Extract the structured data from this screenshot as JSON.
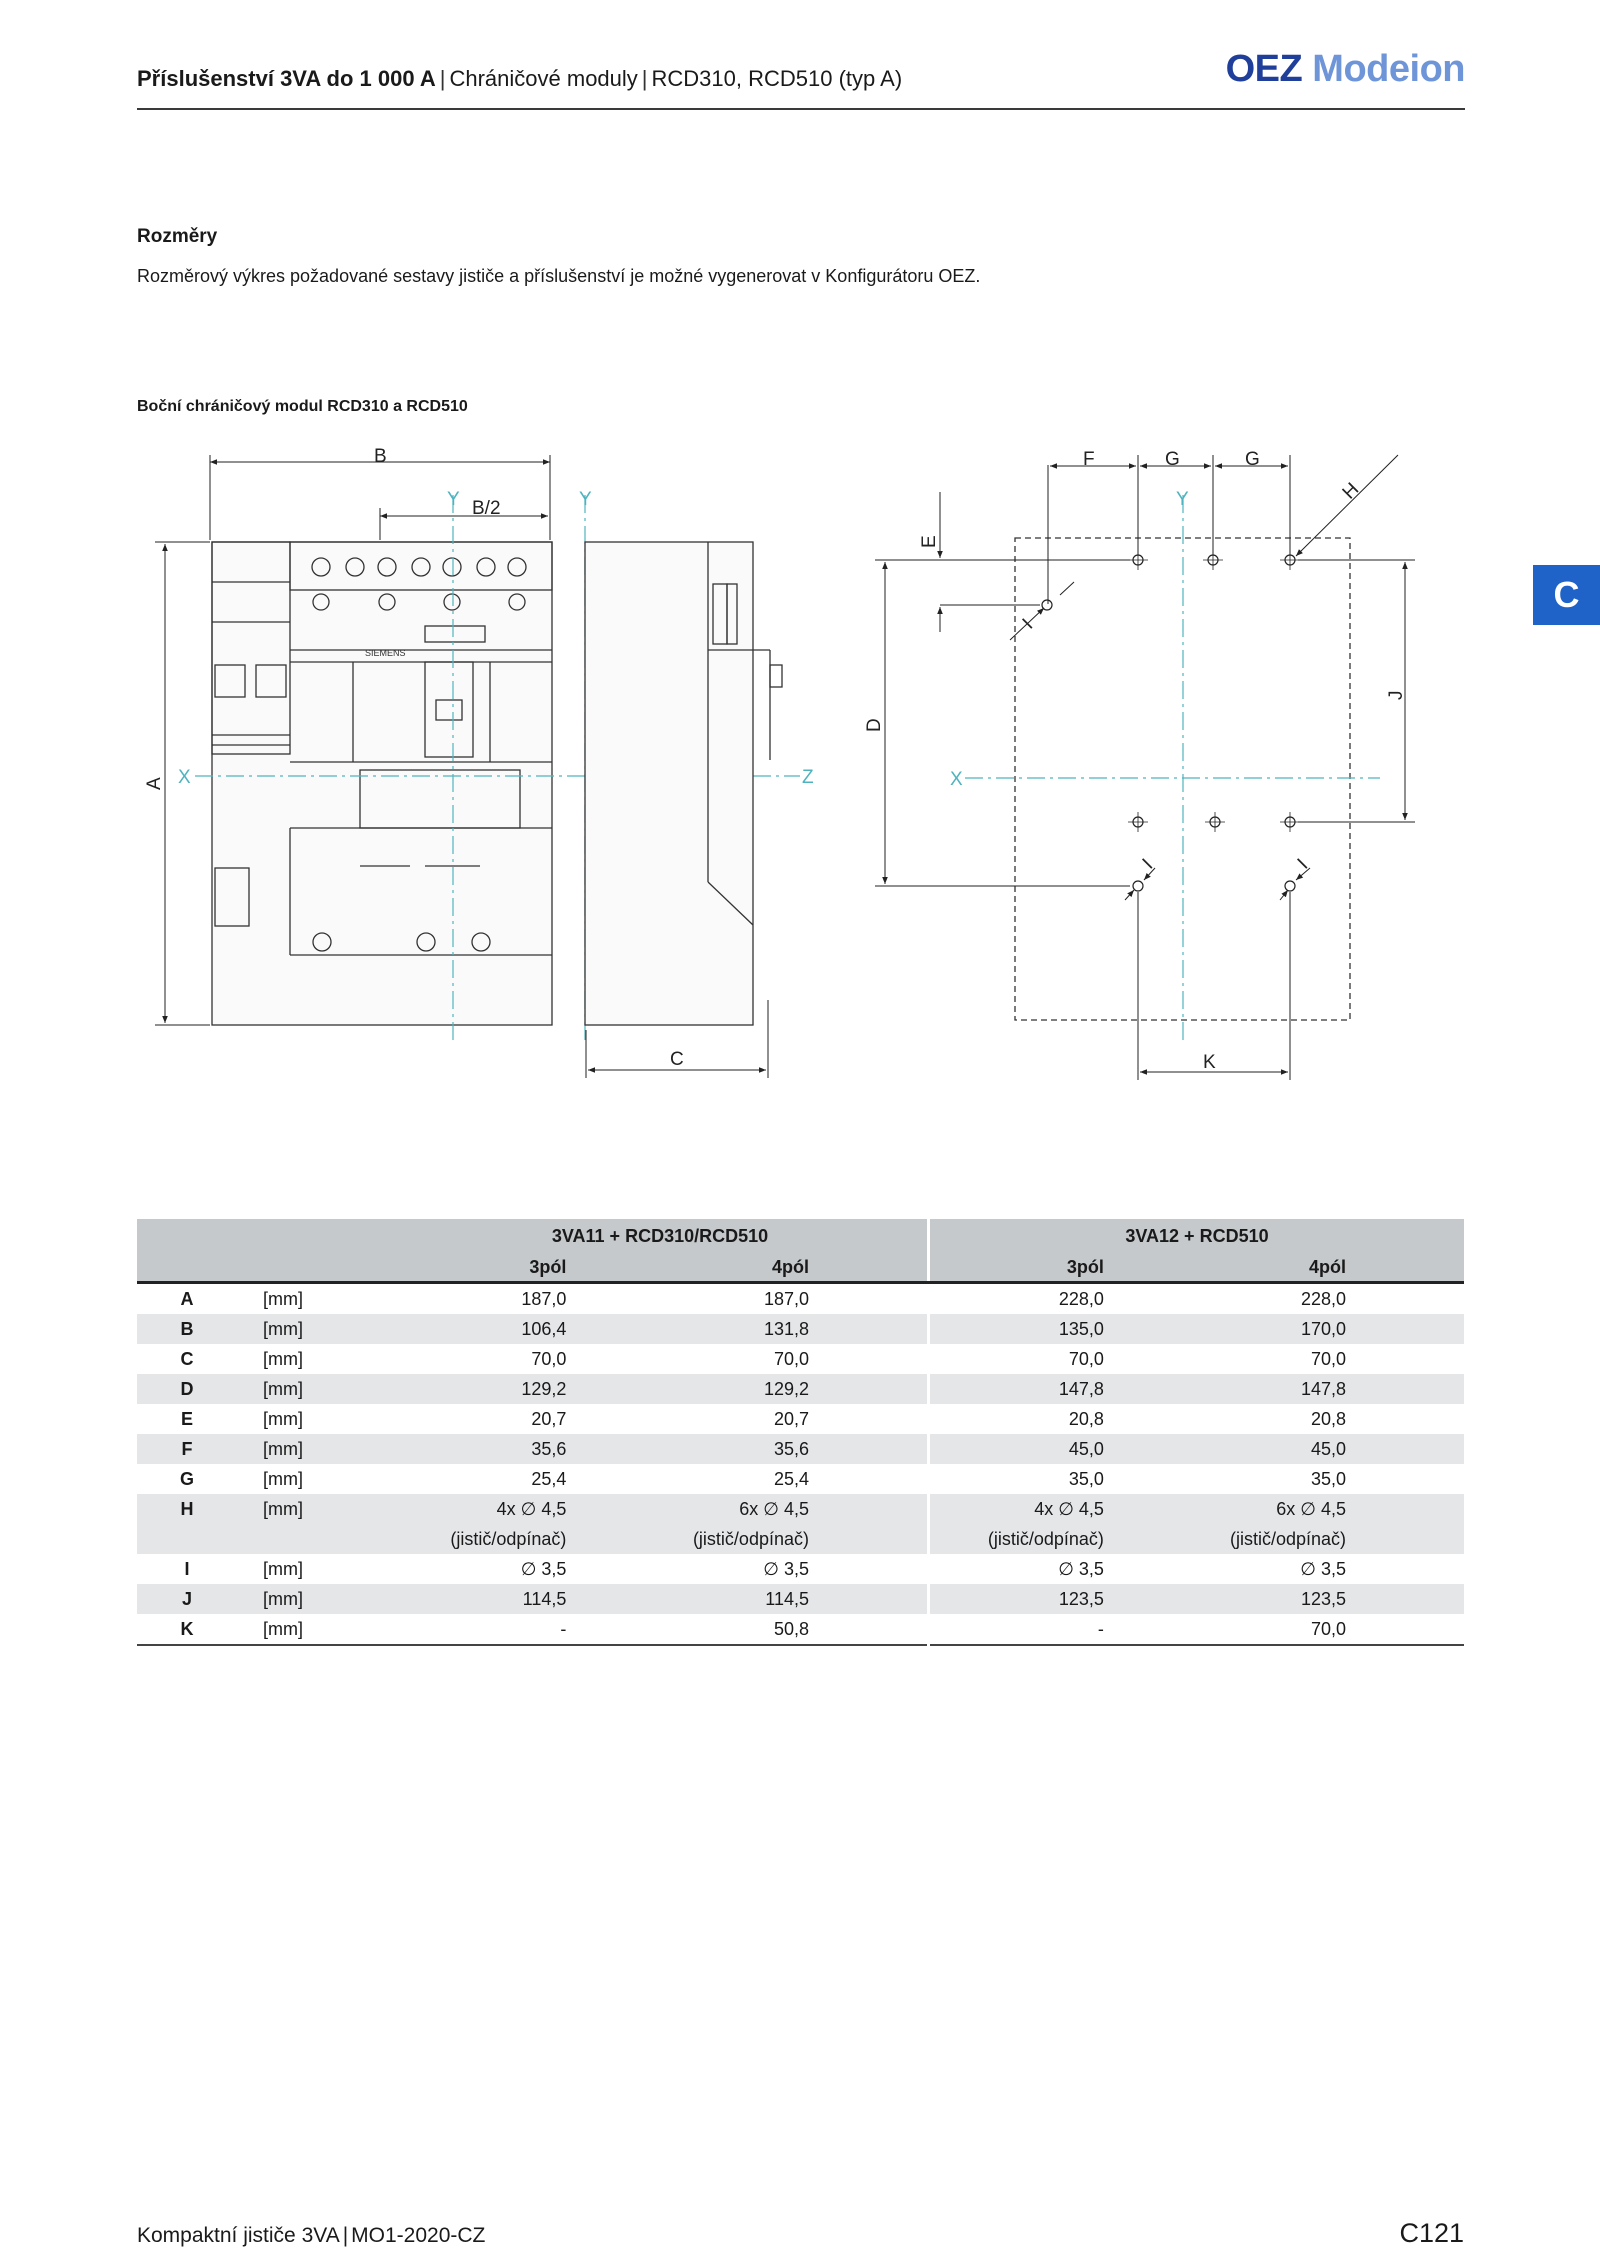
{
  "header": {
    "title_bold": "Příslušenství 3VA do 1 000 A",
    "title_part2": "Chráničové moduly",
    "title_part3": "RCD310, RCD510 (typ A)",
    "logo_oez": "OEZ",
    "logo_modeion": "Modeion"
  },
  "side_tab": "C",
  "section": {
    "title": "Rozměry",
    "text": "Rozměrový výkres požadované sestavy jističe a příslušenství je možné vygenerovat v Konfigurátoru OEZ."
  },
  "figure": {
    "title": "Boční chráničový modul RCD310 a RCD510",
    "labels": {
      "A": "A",
      "B": "B",
      "B2": "B/2",
      "C": "C",
      "D": "D",
      "E": "E",
      "F": "F",
      "G": "G",
      "H": "H",
      "I": "I",
      "J": "J",
      "K": "K",
      "X": "X",
      "Y": "Y",
      "Z": "Z",
      "brand": "SIEMENS"
    }
  },
  "table": {
    "group1": "3VA11 + RCD310/RCD510",
    "group2": "3VA12 + RCD510",
    "sub": [
      "3pól",
      "4pól",
      "3pól",
      "4pól"
    ],
    "rows": [
      {
        "letter": "A",
        "unit": "[mm]",
        "v": [
          "187,0",
          "187,0",
          "228,0",
          "228,0"
        ]
      },
      {
        "letter": "B",
        "unit": "[mm]",
        "v": [
          "106,4",
          "131,8",
          "135,0",
          "170,0"
        ]
      },
      {
        "letter": "C",
        "unit": "[mm]",
        "v": [
          "70,0",
          "70,0",
          "70,0",
          "70,0"
        ]
      },
      {
        "letter": "D",
        "unit": "[mm]",
        "v": [
          "129,2",
          "129,2",
          "147,8",
          "147,8"
        ]
      },
      {
        "letter": "E",
        "unit": "[mm]",
        "v": [
          "20,7",
          "20,7",
          "20,8",
          "20,8"
        ]
      },
      {
        "letter": "F",
        "unit": "[mm]",
        "v": [
          "35,6",
          "35,6",
          "45,0",
          "45,0"
        ]
      },
      {
        "letter": "G",
        "unit": "[mm]",
        "v": [
          "25,4",
          "25,4",
          "35,0",
          "35,0"
        ]
      },
      {
        "letter": "H",
        "unit": "[mm]",
        "v": [
          "4x ∅ 4,5",
          "6x ∅ 4,5",
          "4x ∅ 4,5",
          "6x ∅ 4,5"
        ],
        "v2": [
          "(jistič/odpínač)",
          "(jistič/odpínač)",
          "(jistič/odpínač)",
          "(jistič/odpínač)"
        ]
      },
      {
        "letter": "I",
        "unit": "[mm]",
        "v": [
          "∅ 3,5",
          "∅ 3,5",
          "∅ 3,5",
          "∅ 3,5"
        ]
      },
      {
        "letter": "J",
        "unit": "[mm]",
        "v": [
          "114,5",
          "114,5",
          "123,5",
          "123,5"
        ]
      },
      {
        "letter": "K",
        "unit": "[mm]",
        "v": [
          "-",
          "50,8",
          "-",
          "70,0"
        ]
      }
    ]
  },
  "footer": {
    "left_part1": "Kompaktní jističe 3VA",
    "left_part2": "MO1-2020-CZ",
    "page": "C121"
  }
}
